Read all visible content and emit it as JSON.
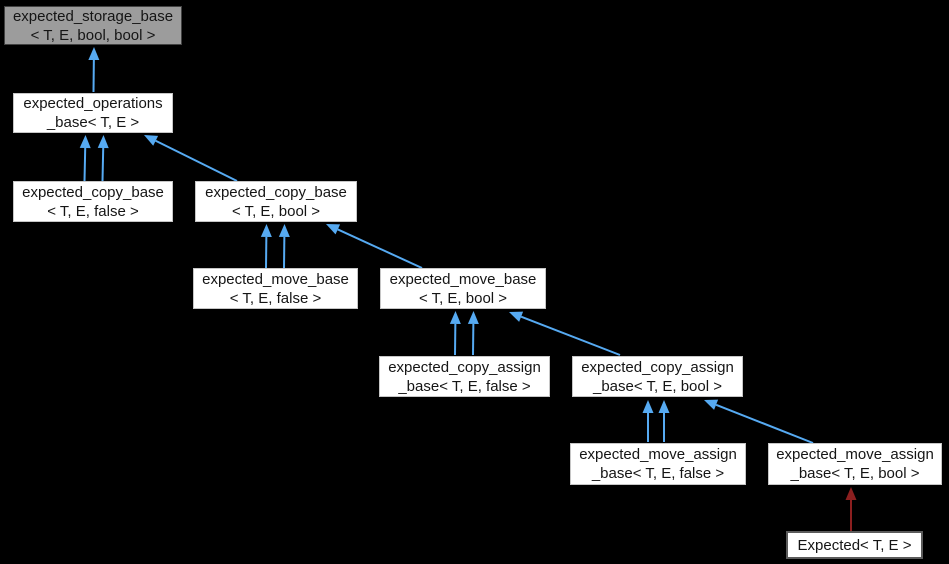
{
  "diagram_type": "class-inheritance-graph",
  "colors": {
    "background": "#000000",
    "node_fill": "#ffffff",
    "node_border": "#c6c6c6",
    "highlighted_node_fill": "#9c9c9c",
    "highlighted_node_border": "#424242",
    "focus_node_border": "#5b5b5b",
    "text": "#151515",
    "inheritance_arrow_blue": "#56aaf2",
    "inheritance_arrow_dark_red": "#8c1f1f"
  },
  "nodes": {
    "storage": {
      "variant": "highlighted",
      "lines": [
        "expected_storage_base",
        "< T, E, bool, bool >"
      ]
    },
    "operations": {
      "variant": "normal",
      "lines": [
        "expected_operations",
        "_base< T, E >"
      ]
    },
    "copy_false": {
      "variant": "normal",
      "lines": [
        "expected_copy_base",
        "< T, E, false >"
      ]
    },
    "copy_bool": {
      "variant": "normal",
      "lines": [
        "expected_copy_base",
        "< T, E, bool >"
      ]
    },
    "move_false": {
      "variant": "normal",
      "lines": [
        "expected_move_base",
        "< T, E, false >"
      ]
    },
    "move_bool": {
      "variant": "normal",
      "lines": [
        "expected_move_base",
        "< T, E, bool >"
      ]
    },
    "copy_assign_false": {
      "variant": "normal",
      "lines": [
        "expected_copy_assign",
        "_base< T, E, false >"
      ]
    },
    "copy_assign_bool": {
      "variant": "normal",
      "lines": [
        "expected_copy_assign",
        "_base< T, E, bool >"
      ]
    },
    "move_assign_false": {
      "variant": "normal",
      "lines": [
        "expected_move_assign",
        "_base< T, E, false >"
      ]
    },
    "move_assign_bool": {
      "variant": "normal",
      "lines": [
        "expected_move_assign",
        "_base< T, E, bool >"
      ]
    },
    "expected": {
      "variant": "focus",
      "lines": [
        "Expected< T, E >"
      ]
    }
  },
  "edges": [
    {
      "from": "operations",
      "to": "storage",
      "arrows": 1,
      "color": "#56aaf2"
    },
    {
      "from": "copy_false",
      "to": "operations",
      "arrows": 2,
      "color": "#56aaf2"
    },
    {
      "from": "copy_bool",
      "to": "operations",
      "arrows": 1,
      "color": "#56aaf2"
    },
    {
      "from": "move_false",
      "to": "copy_bool",
      "arrows": 2,
      "color": "#56aaf2"
    },
    {
      "from": "move_bool",
      "to": "copy_bool",
      "arrows": 1,
      "color": "#56aaf2"
    },
    {
      "from": "copy_assign_false",
      "to": "move_bool",
      "arrows": 2,
      "color": "#56aaf2"
    },
    {
      "from": "copy_assign_bool",
      "to": "move_bool",
      "arrows": 1,
      "color": "#56aaf2"
    },
    {
      "from": "move_assign_false",
      "to": "copy_assign_bool",
      "arrows": 2,
      "color": "#56aaf2"
    },
    {
      "from": "move_assign_bool",
      "to": "copy_assign_bool",
      "arrows": 1,
      "color": "#56aaf2"
    },
    {
      "from": "expected",
      "to": "move_assign_bool",
      "arrows": 1,
      "color": "#8c1f1f"
    }
  ]
}
